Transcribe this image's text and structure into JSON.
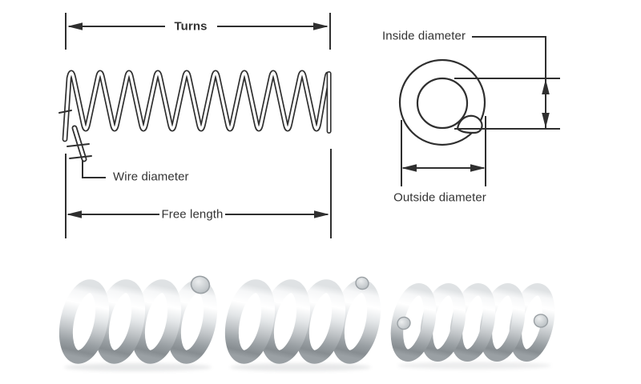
{
  "figure": {
    "labels": {
      "turns": "Turns",
      "wire_diameter": "Wire diameter",
      "free_length": "Free length",
      "inside_diameter": "Inside diameter",
      "outside_diameter": "Outside diameter"
    },
    "illustrations": [
      {
        "name": "coil-spring-line-drawing",
        "turns_shown": 9
      },
      {
        "name": "spring-cross-section-front-view"
      },
      {
        "name": "metal-spring-photo-1"
      },
      {
        "name": "metal-spring-photo-2"
      },
      {
        "name": "metal-spring-photo-3"
      }
    ],
    "colors": {
      "background": "#ffffff",
      "line": "#2f2f2f",
      "text": "#333333",
      "metal_highlight": "#ffffff",
      "metal_mid": "#c2c6c9",
      "metal_shadow": "#878d91"
    }
  }
}
